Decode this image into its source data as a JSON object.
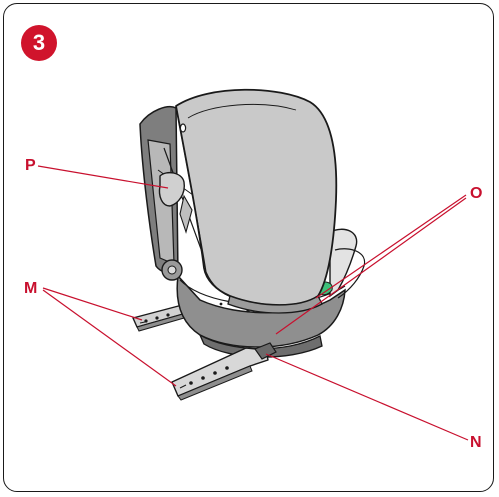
{
  "step": {
    "number": "3"
  },
  "callouts": [
    {
      "id": "P",
      "label": "P"
    },
    {
      "id": "O",
      "label": "O"
    },
    {
      "id": "M",
      "label": "M"
    },
    {
      "id": "N",
      "label": "N"
    }
  ],
  "colors": {
    "accent": "#d0142c",
    "leader": "#c8102e",
    "shell": "#c9c9c9",
    "shell_dark": "#9a9a9a",
    "outline": "#1a1a1a"
  }
}
